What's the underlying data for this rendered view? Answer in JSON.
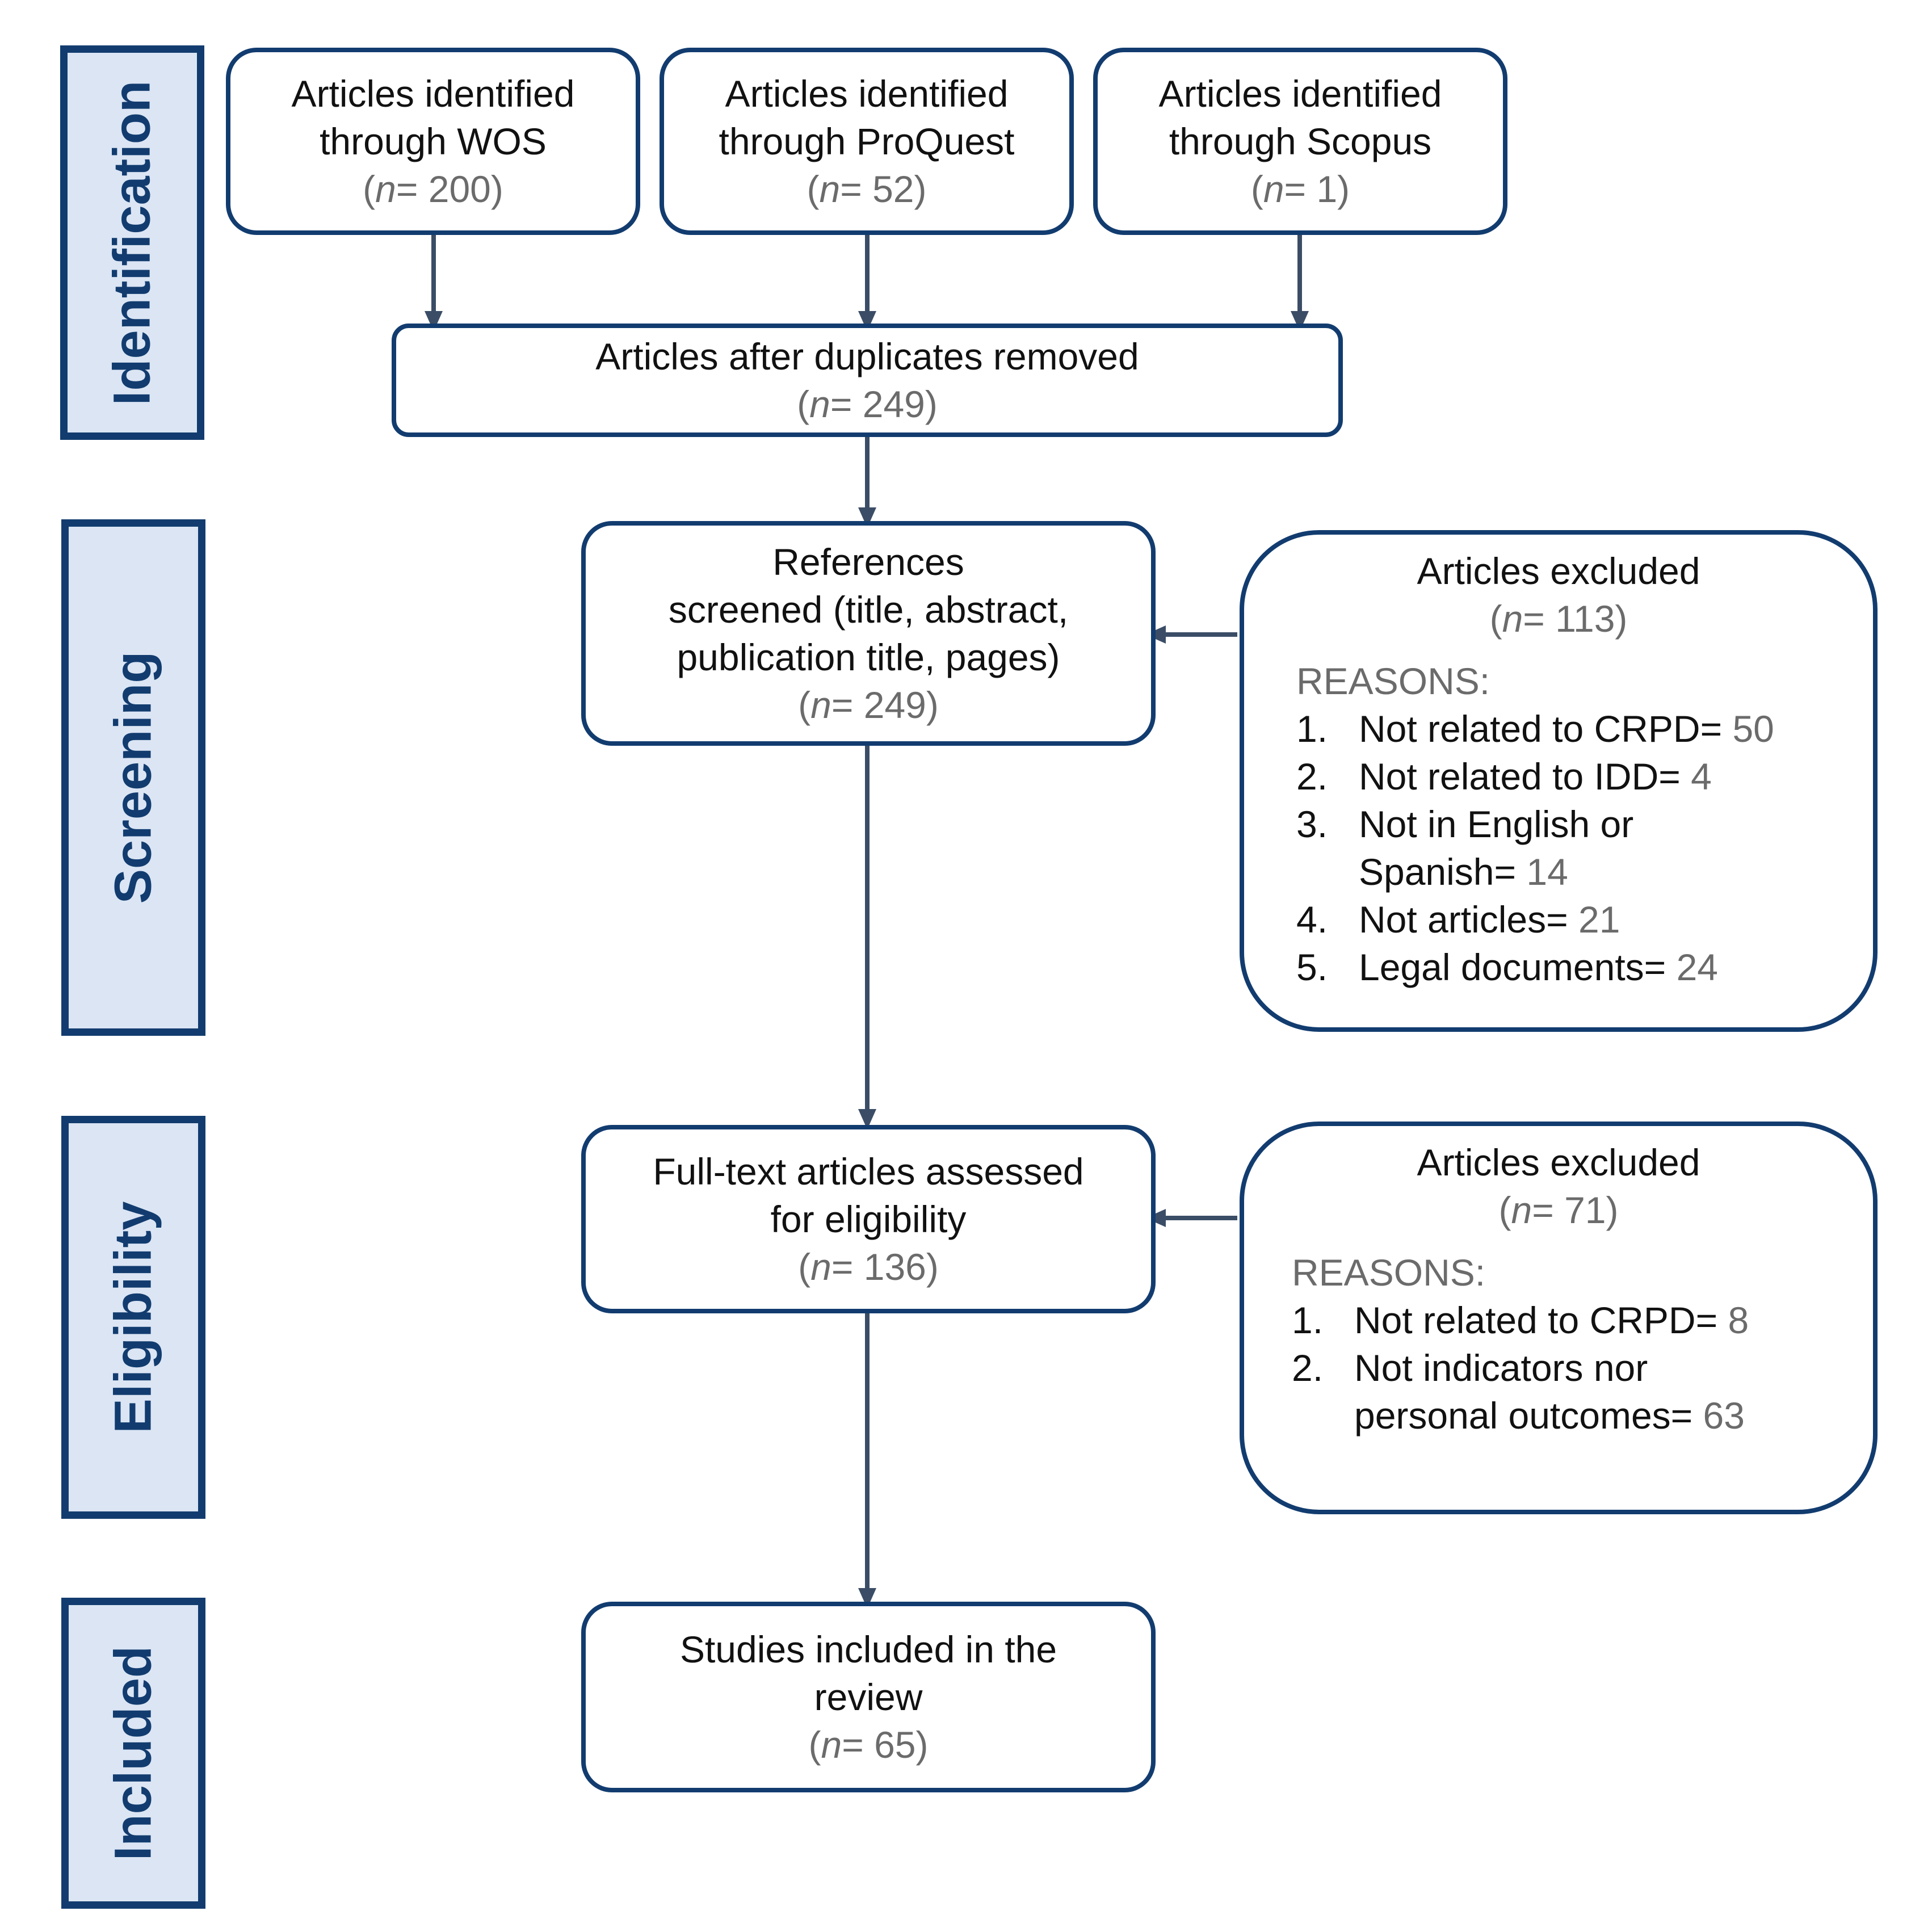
{
  "stages": {
    "identification": "Identification",
    "screening": "Screening",
    "eligibility": "Eligibility",
    "included": "Included"
  },
  "sources": {
    "wos": {
      "line1": "Articles identified",
      "line2": "through WOS",
      "n": "200"
    },
    "proquest": {
      "line1": "Articles identified",
      "line2": "through ProQuest",
      "n": "52"
    },
    "scopus": {
      "line1": "Articles identified",
      "line2": "through Scopus",
      "n": "1"
    }
  },
  "dedup": {
    "line1": "Articles after duplicates removed",
    "n": "249"
  },
  "screened": {
    "line1": "References",
    "line2": "screened (title, abstract,",
    "line3": "publication title, pages)",
    "n": "249"
  },
  "excluded_screening": {
    "title": "Articles excluded",
    "n": "113",
    "reasons_label": "REASONS:",
    "reasons": [
      {
        "num": "1.",
        "text": "Not related to CRPD=",
        "count": "50"
      },
      {
        "num": "2.",
        "text": "Not related to IDD=",
        "count": "4"
      },
      {
        "num": "3.",
        "text": "Not in English or",
        "text2": "Spanish=",
        "count": "14"
      },
      {
        "num": "4.",
        "text": "Not articles=",
        "count": "21"
      },
      {
        "num": "5.",
        "text": "Legal documents=",
        "count": "24"
      }
    ]
  },
  "fulltext": {
    "line1": "Full-text articles assessed",
    "line2": "for eligibility",
    "n": "136"
  },
  "excluded_eligibility": {
    "title": "Articles excluded",
    "n": "71",
    "reasons_label": "REASONS:",
    "reasons": [
      {
        "num": "1.",
        "text": "Not related to CRPD=",
        "count": "8"
      },
      {
        "num": "2.",
        "text": "Not indicators nor",
        "text2": "personal outcomes=",
        "count": "63"
      }
    ]
  },
  "included": {
    "line1": "Studies included in the",
    "line2": "review",
    "n": "65"
  },
  "n_prefix": "n",
  "colors": {
    "border": "#123c6f",
    "stage_fill": "#dbe5f4",
    "arrow": "#3b4d66",
    "muted_text": "#6b6b6b"
  }
}
